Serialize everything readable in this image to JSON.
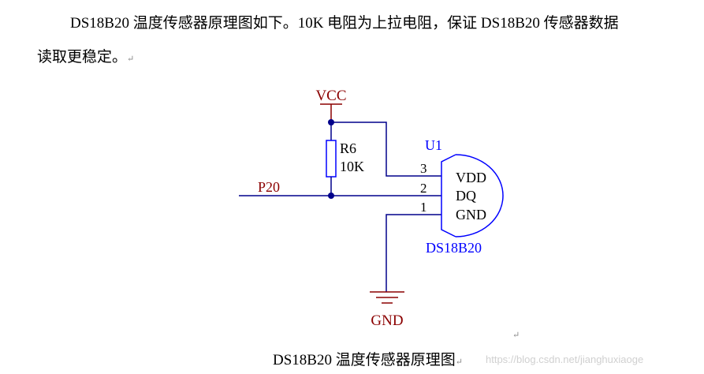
{
  "paragraph": {
    "line1": "DS18B20 温度传感器原理图如下。10K 电阻为上拉电阻，保证 DS18B20 传感器数据",
    "line2": "读取更稳定。",
    "return_mark": "↵"
  },
  "schematic": {
    "vcc_label": "VCC",
    "gnd_label": "GND",
    "net_label": "P20",
    "resistor": {
      "ref": "R6",
      "value": "10K"
    },
    "component": {
      "ref": "U1",
      "part": "DS18B20",
      "pins": [
        {
          "number": "3",
          "name": "VDD"
        },
        {
          "number": "2",
          "name": "DQ"
        },
        {
          "number": "1",
          "name": "GND"
        }
      ]
    },
    "colors": {
      "power": "#8b0000",
      "wire": "#00008b",
      "component": "#0000ff",
      "pin": "#000000"
    }
  },
  "caption": "DS18B20 温度传感器原理图",
  "watermark": "https://blog.csdn.net/jianghuxiaoge"
}
